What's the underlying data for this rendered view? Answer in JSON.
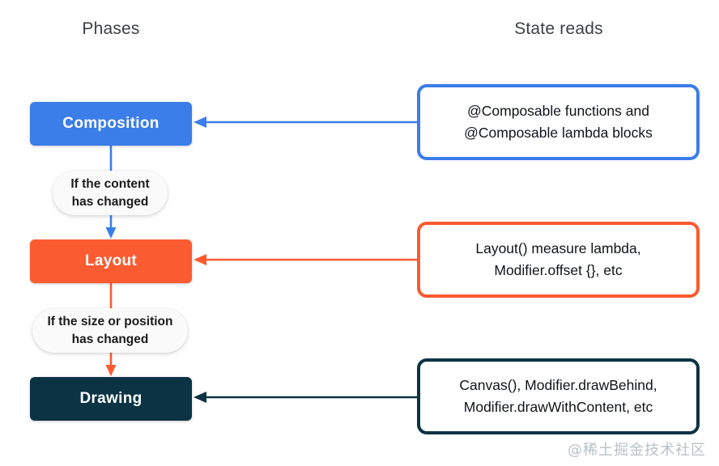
{
  "headings": {
    "phases": "Phases",
    "state_reads": "State reads"
  },
  "colors": {
    "composition": "#3B7DE9",
    "layout": "#FA5B30",
    "drawing": "#0C3344",
    "heading_text": "#3C4043",
    "body_text": "#111418",
    "background": "#FFFFFF",
    "pill_background": "#FAFAFA",
    "watermark": "#B9C1C6"
  },
  "phases": [
    {
      "key": "composition",
      "label": "Composition",
      "color": "#3B7DE9",
      "state_read": "@Composable functions and\n@Composable lambda blocks",
      "state_read_line1": "@Composable functions and",
      "state_read_line2": "@Composable lambda blocks"
    },
    {
      "key": "layout",
      "label": "Layout",
      "color": "#FA5B30",
      "state_read": "Layout() measure lambda,\nModifier.offset {}, etc",
      "state_read_line1": "Layout() measure lambda,",
      "state_read_line2": "Modifier.offset {}, etc"
    },
    {
      "key": "drawing",
      "label": "Drawing",
      "color": "#0C3344",
      "state_read": "Canvas(), Modifier.drawBehind,\nModifier.drawWithContent, etc",
      "state_read_line1": "Canvas(), Modifier.drawBehind,",
      "state_read_line2": "Modifier.drawWithContent, etc"
    }
  ],
  "conditions": [
    {
      "key": "content-changed",
      "line1": "If the content",
      "line2": "has changed",
      "from": "Composition",
      "to": "Layout",
      "color": "#3B7DE9"
    },
    {
      "key": "size-position-changed",
      "line1": "If the size or position",
      "line2": "has changed",
      "from": "Layout",
      "to": "Drawing",
      "color": "#FA5B30"
    }
  ],
  "watermark": {
    "text": "@稀土掘金技术社区"
  }
}
